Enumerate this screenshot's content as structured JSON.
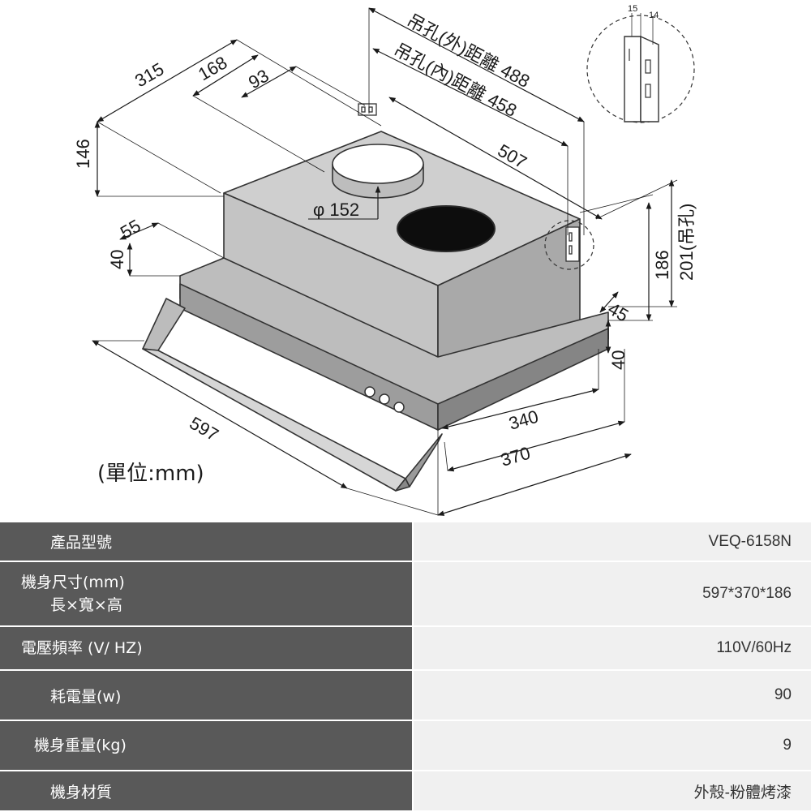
{
  "diagram": {
    "unit_label": "(單位:mm)",
    "dims": {
      "d315": "315",
      "d168": "168",
      "d93": "93",
      "d146": "146",
      "d55": "55",
      "d40_left": "40",
      "hole_outer": "吊孔(外)距離 488",
      "hole_inner": "吊孔(內)距離 458",
      "d507": "507",
      "phi152": "φ 152",
      "d186": "186",
      "d201": "201(吊孔)",
      "d45": "45",
      "d40_right": "40",
      "d340": "340",
      "d370": "370",
      "d597": "597",
      "detail_15": "15",
      "detail_14": "14"
    }
  },
  "specs": {
    "rows": [
      {
        "label": "產品型號",
        "label2": "",
        "value": "VEQ-6158N"
      },
      {
        "label": "機身尺寸(mm)",
        "label2": "長×寬×高",
        "value": "597*370*186"
      },
      {
        "label": "電壓頻率 (V/ HZ)",
        "label2": "",
        "value": "110V/60Hz"
      },
      {
        "label": "耗電量(w)",
        "label2": "",
        "value": "90"
      },
      {
        "label": "機身重量(kg)",
        "label2": "",
        "value": "9"
      },
      {
        "label": "機身材質",
        "label2": "",
        "value": "外殼-粉體烤漆"
      }
    ]
  }
}
